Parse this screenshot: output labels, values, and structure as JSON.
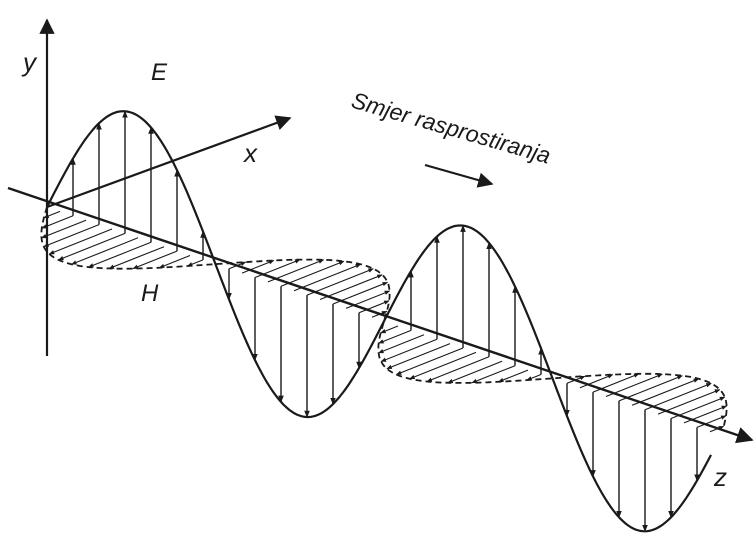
{
  "labels": {
    "y_axis": "y",
    "x_axis": "x",
    "z_axis": "z",
    "e_field": "E",
    "h_field": "H",
    "propagation": "Smjer rasprostiranja"
  },
  "colors": {
    "ink": "#1a1a1a",
    "background": "#ffffff"
  }
}
